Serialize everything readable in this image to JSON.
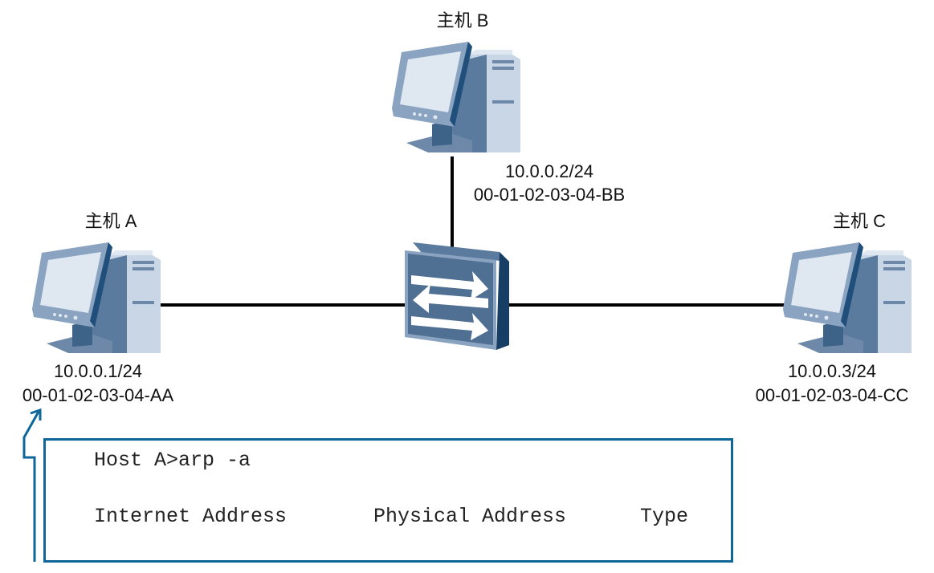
{
  "diagram": {
    "hosts": [
      {
        "id": "A",
        "name": "主机 A",
        "ip": "10.0.0.1/24",
        "mac": "00-01-02-03-04-AA"
      },
      {
        "id": "B",
        "name": "主机 B",
        "ip": "10.0.0.2/24",
        "mac": "00-01-02-03-04-BB"
      },
      {
        "id": "C",
        "name": "主机 C",
        "ip": "10.0.0.3/24",
        "mac": "00-01-02-03-04-CC"
      }
    ],
    "switch": {
      "icon": "switch-icon"
    },
    "terminal": {
      "command": "Host A>arp -a",
      "columns": [
        "Internet Address",
        "Physical Address",
        "Type"
      ]
    },
    "colors": {
      "accent": "#0e6699",
      "link": "#000000",
      "device_dark": "#1f4f7a",
      "device_mid": "#5a7a9e",
      "device_light": "#c9d6e6"
    }
  }
}
